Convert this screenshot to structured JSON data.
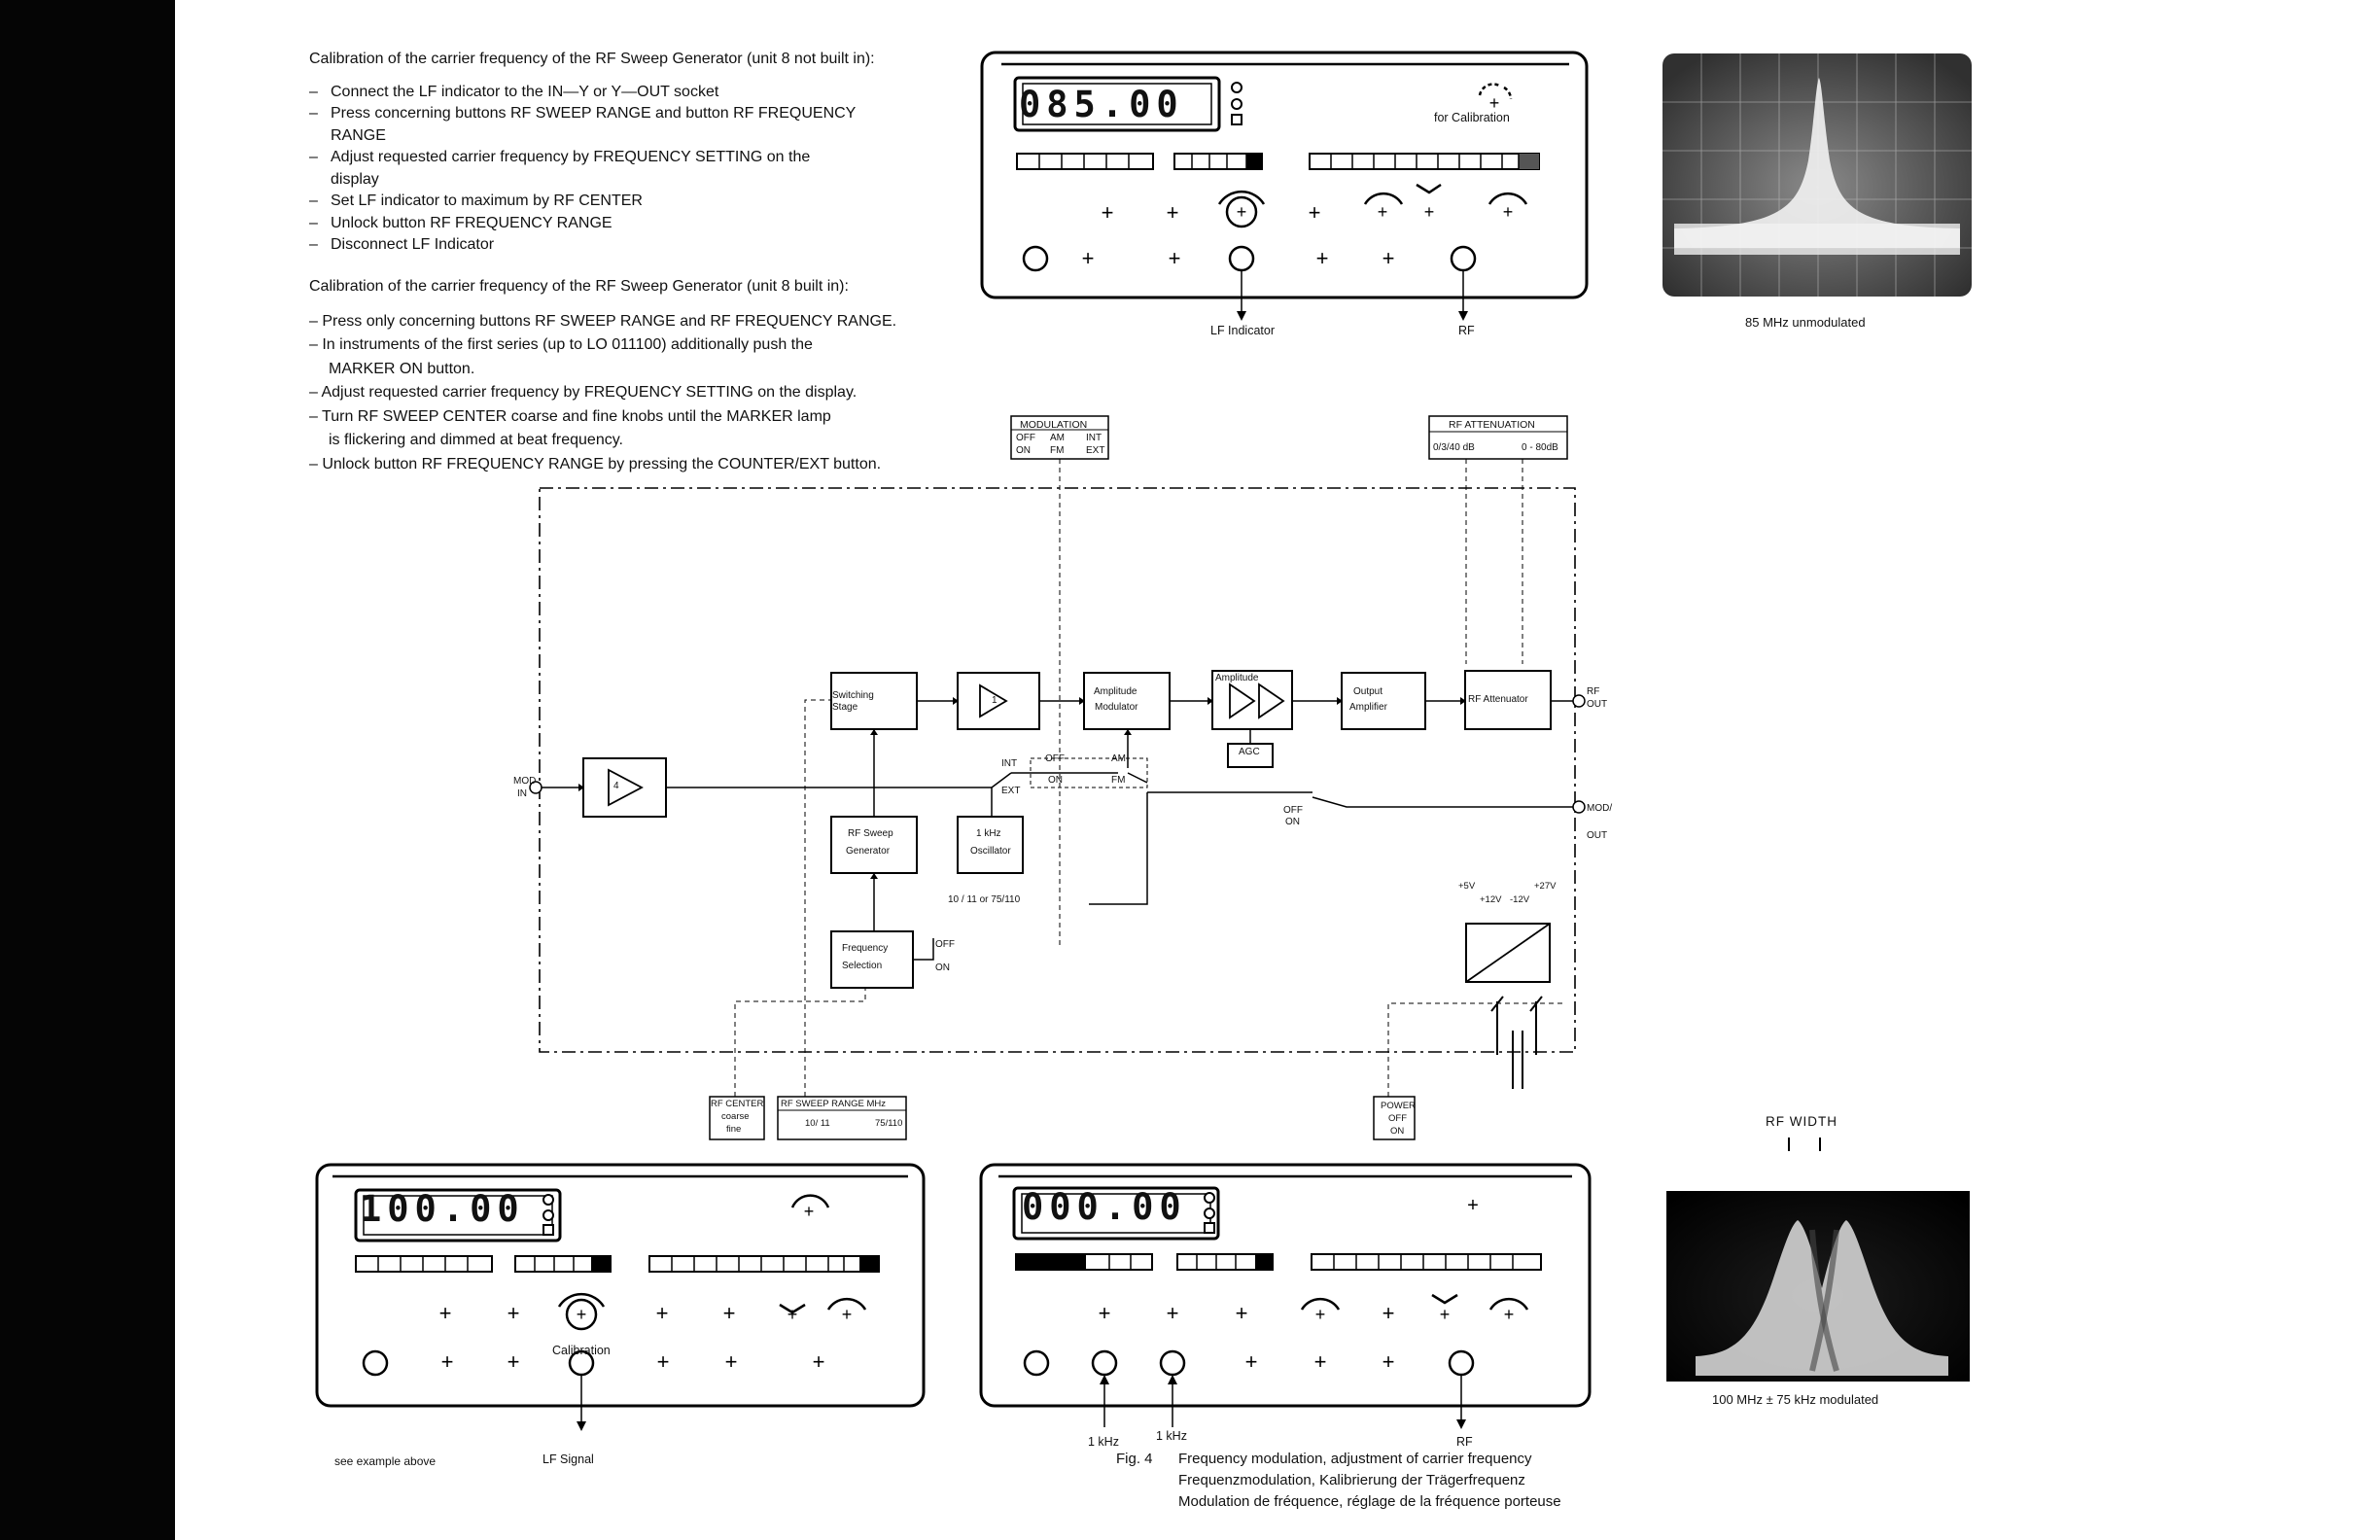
{
  "calibration_unit8_not_built": {
    "title": "Calibration of the carrier frequency of the RF Sweep Generator (unit 8 not built in):",
    "steps": [
      "Connect the LF indicator to the IN—Y or Y—OUT socket",
      "Press concerning buttons RF SWEEP RANGE and button RF FREQUENCY",
      "RANGE",
      "Adjust requested carrier frequency by FREQUENCY SETTING on the",
      "display",
      "Set LF indicator to maximum by RF CENTER",
      "Unlock button RF FREQUENCY RANGE",
      "Disconnect LF Indicator"
    ]
  },
  "calibration_unit8_built": {
    "title": "Calibration of the carrier frequency of the RF Sweep Generator (unit 8 built in):",
    "steps": [
      "– Press only concerning buttons RF SWEEP RANGE and RF FREQUENCY RANGE.",
      "– In instruments of the first series (up to LO 011100) additionally push the",
      "MARKER ON button.",
      "– Adjust requested carrier frequency by FREQUENCY SETTING on the display.",
      "– Turn RF SWEEP CENTER coarse and fine knobs until the MARKER lamp",
      "is flickering and dimmed at beat frequency.",
      "– Unlock button RF FREQUENCY RANGE by pressing the COUNTER/EXT button."
    ]
  },
  "panel_top": {
    "display": "085.00",
    "calibration_label": "for Calibration",
    "lf_indicator_label": "LF Indicator",
    "rf_label": "RF"
  },
  "photo_top": {
    "caption": "85 MHz unmodulated"
  },
  "panel_bottom_left": {
    "display": "100.00",
    "calibration_label": "Calibration",
    "lf_signal_label": "LF Signal",
    "note": "see example above"
  },
  "panel_bottom_right": {
    "display": "000.00",
    "khz_label_1": "1 kHz",
    "khz_label_2": "1 kHz",
    "rf_label": "RF"
  },
  "photo_bottom": {
    "rf_width_label": "RF WIDTH",
    "caption": "100 MHz ± 75 kHz modulated"
  },
  "figure": {
    "number": "Fig. 4",
    "captions": [
      "Frequency modulation, adjustment of carrier frequency",
      "Frequenzmodulation, Kalibrierung der Trägerfrequenz",
      "Modulation de fréquence, réglage de la fréquence porteuse"
    ]
  },
  "block_diagram": {
    "modulation_box": {
      "title": "MODULATION",
      "row1": [
        "OFF",
        "AM",
        "INT"
      ],
      "row2": [
        "ON",
        "FM",
        "EXT"
      ]
    },
    "rf_attenuation_box": {
      "title": "RF  ATTENUATION",
      "left": "0/3/40 dB",
      "right": "0 - 80dB"
    },
    "mod_in": [
      "MOD",
      "IN"
    ],
    "rf_out": [
      "RF",
      "OUT"
    ],
    "mod_out": [
      "MOD/",
      "OUT"
    ],
    "blocks": {
      "switching_stage": [
        "Switching",
        "Stage"
      ],
      "buffer": "1",
      "input_amp": "4",
      "amplitude_modulator": [
        "Amplitude",
        "Modulator"
      ],
      "amplitude_amp": "Amplitude",
      "agc": "AGC",
      "output_amplifier": [
        "Output",
        "Amplifier"
      ],
      "rf_attenuator": "RF Attenuator",
      "rf_sweep_generator": [
        "RF  Sweep",
        "Generator"
      ],
      "oscillator": [
        "1 kHz",
        "Oscillator"
      ],
      "frequency_selection": [
        "Frequency",
        "Selection"
      ]
    },
    "switch_labels": {
      "int": "INT",
      "ext": "EXT",
      "off": "OFF",
      "on": "ON",
      "am": "AM",
      "fm": "FM",
      "mod_off": "OFF",
      "mod_on": "ON",
      "sel_off": "OFF",
      "sel_on": "ON",
      "band": "10 / 11  or  75/110"
    },
    "supply": [
      "+5V",
      "+12V",
      "-12V",
      "+27V"
    ],
    "rf_center_box": [
      "RF CENTER",
      "coarse",
      "fine"
    ],
    "rf_sweep_range_box": {
      "title": "RF  SWEEP   RANGE  MHz",
      "left": "10/ 11",
      "right": "75/110"
    },
    "power_box": [
      "POWER",
      "OFF",
      "ON"
    ]
  }
}
